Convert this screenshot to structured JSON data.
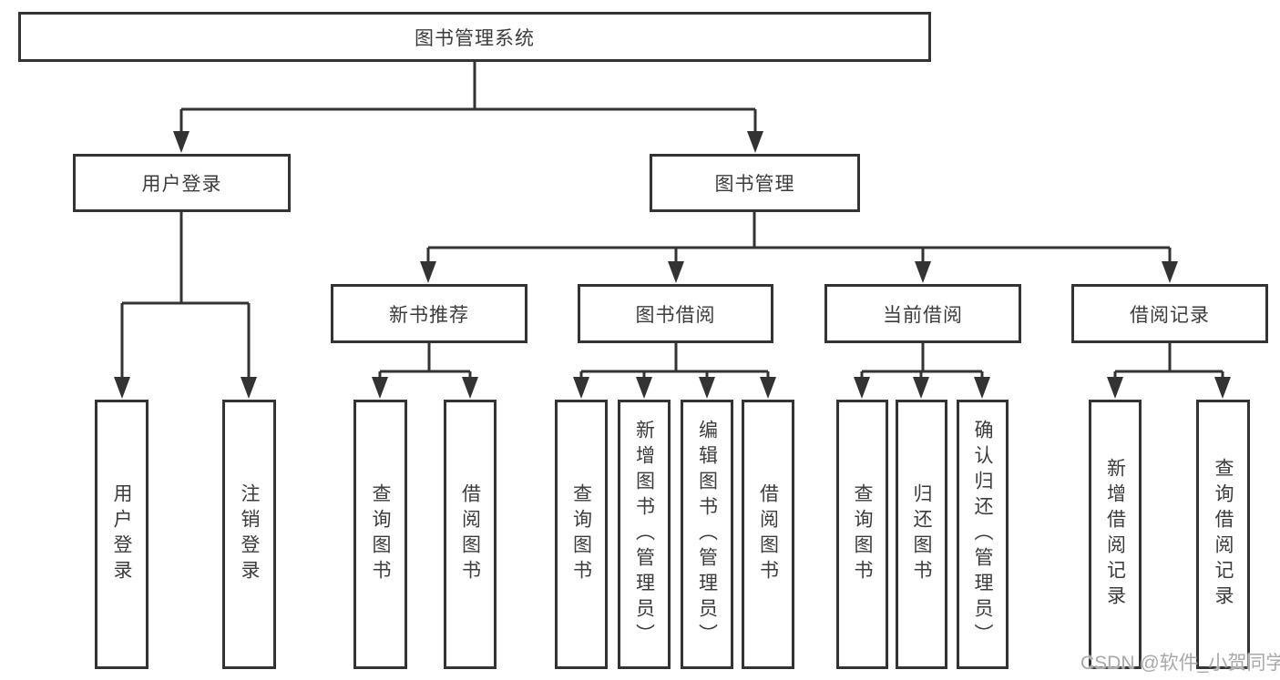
{
  "tree": {
    "root": "图书管理系统",
    "level2": [
      "用户登录",
      "图书管理"
    ],
    "level3": [
      "新书推荐",
      "图书借阅",
      "当前借阅",
      "借阅记录"
    ],
    "leaves": [
      "用户登录",
      "注销登录",
      "查询图书",
      "借阅图书",
      "查询图书",
      "新增图书（管理员）",
      "编辑图书（管理员）",
      "借阅图书",
      "查询图书",
      "归还图书",
      "确认归还（管理员）",
      "新增借阅记录",
      "查询借阅记录"
    ],
    "hierarchy": {
      "图书管理系统": [
        "用户登录",
        "图书管理"
      ],
      "用户登录": [
        "用户登录",
        "注销登录"
      ],
      "图书管理": [
        "新书推荐",
        "图书借阅",
        "当前借阅",
        "借阅记录"
      ],
      "新书推荐": [
        "查询图书",
        "借阅图书"
      ],
      "图书借阅": [
        "查询图书",
        "新增图书（管理员）",
        "编辑图书（管理员）",
        "借阅图书"
      ],
      "当前借阅": [
        "查询图书",
        "归还图书",
        "确认归还（管理员）"
      ],
      "借阅记录": [
        "新增借阅记录",
        "查询借阅记录"
      ]
    }
  },
  "watermark": "CSDN @软件_小贺同学",
  "colors": {
    "line": "#333333",
    "box_border": "#333333",
    "text": "#3c3c3c",
    "watermark": "#a9a9a9",
    "background": "#ffffff"
  }
}
